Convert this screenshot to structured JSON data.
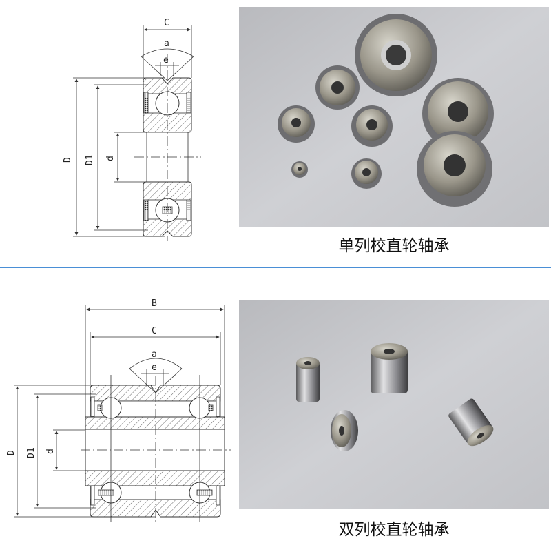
{
  "single_row": {
    "caption": "单列校直轮轴承",
    "drawing_labels": {
      "C": "C",
      "a": "a",
      "e": "e",
      "D": "D",
      "D1": "D1",
      "d": "d"
    }
  },
  "double_row": {
    "caption": "双列校直轮轴承",
    "drawing_labels": {
      "B": "B",
      "C": "C",
      "a": "a",
      "e": "e",
      "D": "D",
      "D1": "D1",
      "d": "d"
    }
  },
  "colors": {
    "divider": "#4a8fd6",
    "photo_background": "#c4c5c9"
  }
}
